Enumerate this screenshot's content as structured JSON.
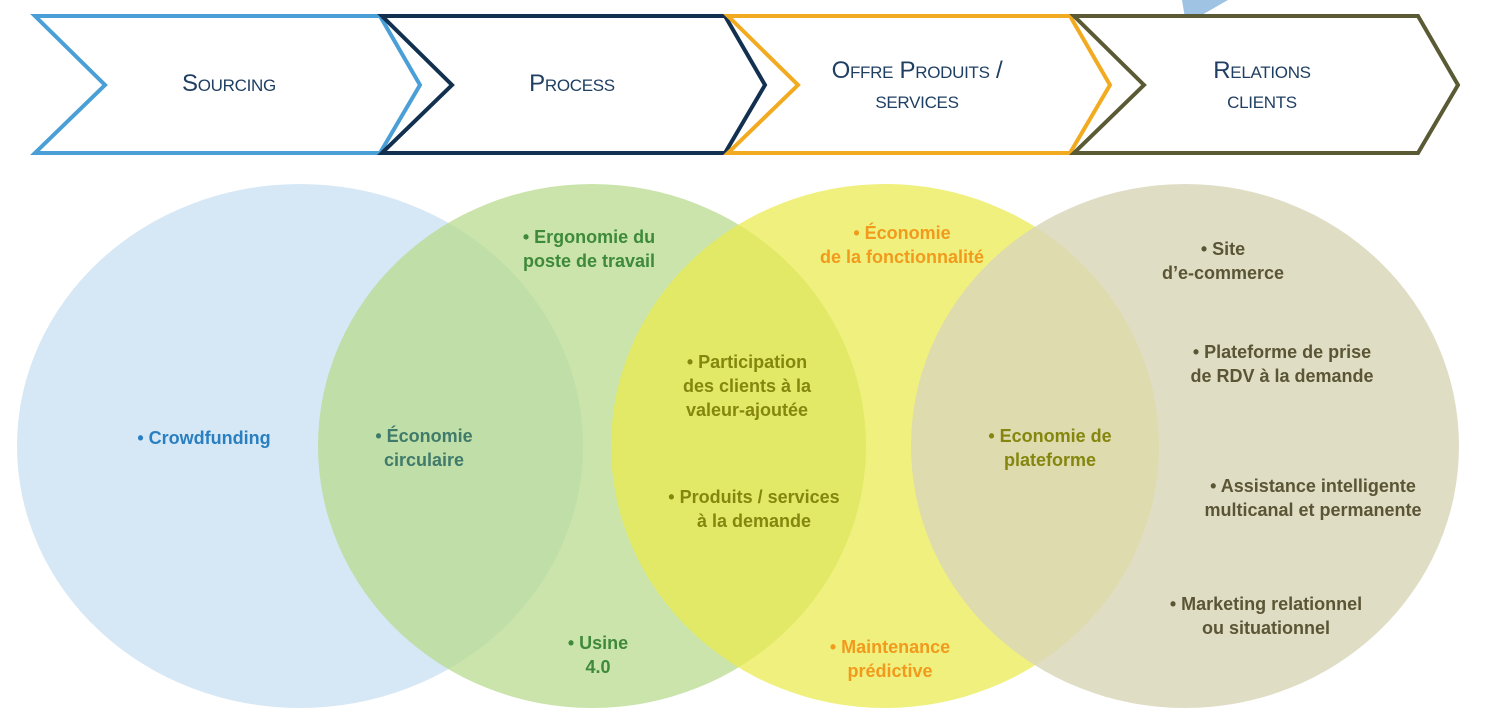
{
  "stages": [
    {
      "label": "Sourcing",
      "color": "#4a9fd6"
    },
    {
      "label": "Process",
      "color": "#12304f"
    },
    {
      "label": "Offre Produits / services",
      "color": "#f2ab20"
    },
    {
      "label": "Relations clients",
      "color": "#5a5a35"
    }
  ],
  "circles": [
    {
      "name": "sourcing",
      "fill": "#cfe4f3"
    },
    {
      "name": "process",
      "fill": "#b5d98a"
    },
    {
      "name": "offre",
      "fill": "#eaea4c"
    },
    {
      "name": "relations",
      "fill": "#d9d5b8"
    }
  ],
  "labels": {
    "crowdfunding": "• Crowdfunding",
    "economie_circulaire_1": "• Économie",
    "economie_circulaire_2": "circulaire",
    "ergonomie_1": "• Ergonomie du",
    "ergonomie_2": "poste de travail",
    "usine_1": "• Usine",
    "usine_2": "4.0",
    "participation_1": "• Participation",
    "participation_2": "des clients à la",
    "participation_3": "valeur-ajoutée",
    "produits_1": "• Produits / services",
    "produits_2": "à la demande",
    "fonctionnalite_1": "• Économie",
    "fonctionnalite_2": "de la fonctionnalité",
    "maintenance_1": "•  Maintenance",
    "maintenance_2": "prédictive",
    "plateforme_1": "• Economie de",
    "plateforme_2": "plateforme",
    "site_1": "• Site",
    "site_2": "d’e-commerce",
    "rdv_1": "• Plateforme de prise",
    "rdv_2": "de RDV à la demande",
    "assistance_1": "• Assistance intelligente",
    "assistance_2": "multicanal et permanente",
    "marketing_1": "• Marketing relationnel",
    "marketing_2": "ou situationnel"
  }
}
